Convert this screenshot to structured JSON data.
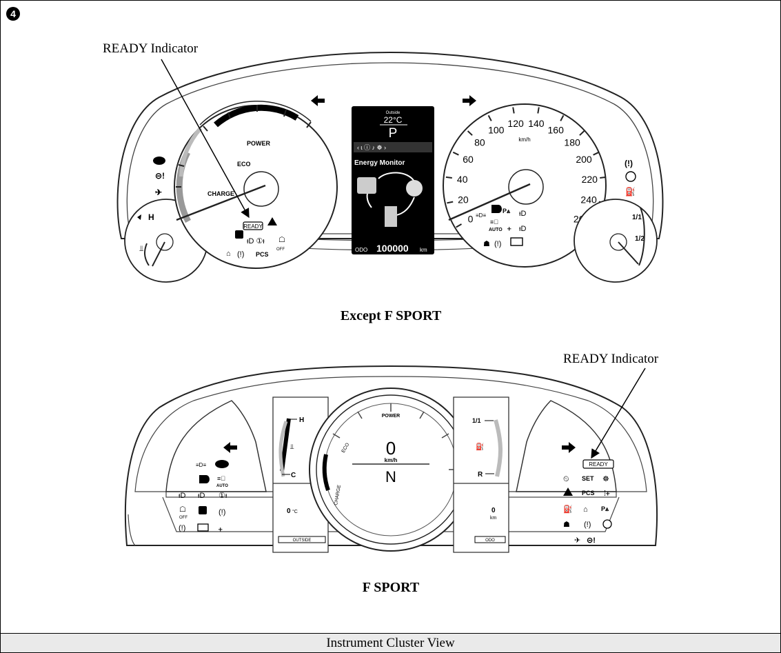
{
  "figure": {
    "step_number": "4",
    "callout_top": "READY Indicator",
    "callout_bottom": "READY Indicator",
    "label_top_cluster": "Except F SPORT",
    "label_bottom_cluster": "F SPORT",
    "caption": "Instrument Cluster View"
  },
  "cluster_standard": {
    "hybrid_gauge": {
      "power": "POWER",
      "eco": "ECO",
      "charge": "CHARGE",
      "temp_high": "H"
    },
    "display": {
      "outside_label": "Outside",
      "temperature": "22°C",
      "gear": "P",
      "screen_title": "Energy Monitor",
      "odo_label": "ODO",
      "odometer": "100000",
      "odometer_unit": "km"
    },
    "speedometer": {
      "unit": "km/h",
      "ticks": [
        "0",
        "20",
        "40",
        "60",
        "80",
        "100",
        "120",
        "140",
        "160",
        "180",
        "200",
        "220",
        "240",
        "260"
      ]
    },
    "fuel_gauge": {
      "full": "1/1",
      "half": "1/2"
    },
    "indicators": {
      "ready": "READY",
      "pcs": "PCS",
      "off": "OFF",
      "auto": "AUTO"
    },
    "icons": [
      "ev-icon",
      "turn-left-icon",
      "turn-right-icon",
      "tire-pressure-icon",
      "abs-icon",
      "fuel-icon",
      "airbag-icon",
      "master-warning-icon",
      "engine-icon",
      "brake-icon",
      "battery-icon",
      "seatbelt-icon",
      "headlight-icon",
      "fog-light-icon"
    ]
  },
  "cluster_fsport": {
    "center": {
      "speed": "0",
      "speed_unit": "km/h",
      "gear": "N",
      "power": "POWER",
      "eco": "ECO",
      "charge": "CHARGE"
    },
    "left_panel": {
      "temp_high": "H",
      "temp_low": "C",
      "outside_temp": "0",
      "outside_unit": "°C",
      "outside_label": "OUTSIDE"
    },
    "right_panel": {
      "fuel_full": "1/1",
      "fuel_reserve": "R",
      "odometer": "0",
      "odometer_unit": "km",
      "odo_label": "ODO"
    },
    "indicators": {
      "ready": "READY",
      "set": "SET",
      "pcs": "PCS",
      "off": "OFF",
      "auto": "AUTO"
    }
  }
}
